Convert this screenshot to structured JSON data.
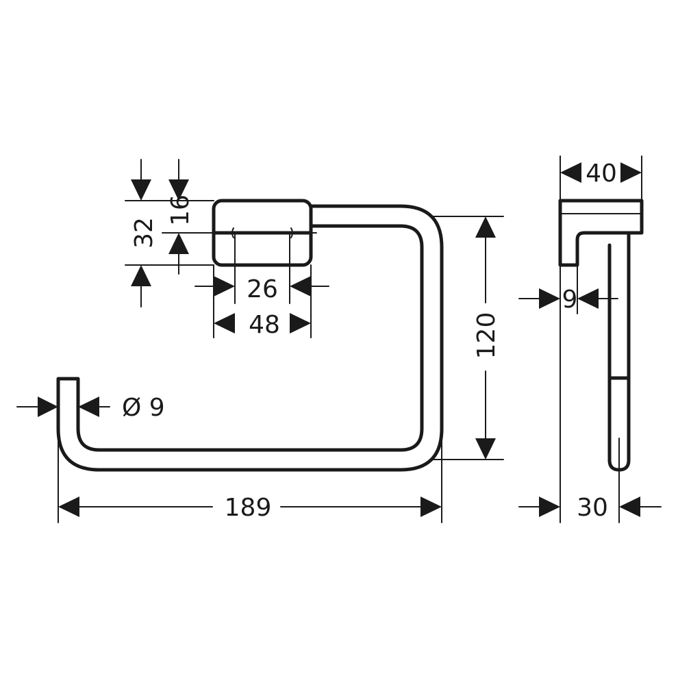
{
  "dimensions": {
    "height_32": "32",
    "height_16": "16",
    "width_26": "26",
    "width_48": "48",
    "height_120": "120",
    "diameter_9": "Ø 9",
    "width_189": "189",
    "depth_40": "40",
    "thickness_9": "9",
    "depth_30": "30"
  },
  "colors": {
    "line": "#1a1a1a",
    "background": "#ffffff"
  }
}
